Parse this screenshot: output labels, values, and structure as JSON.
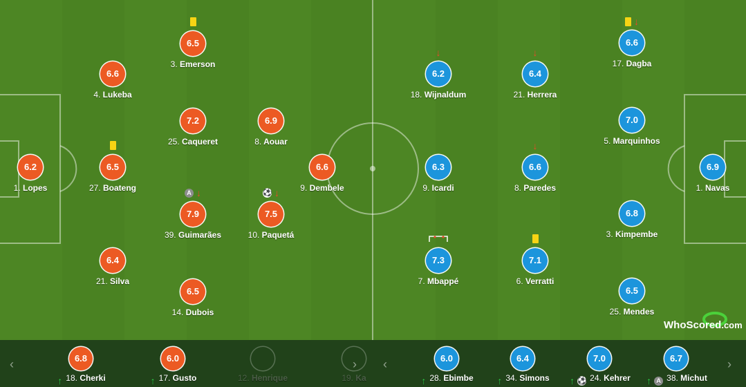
{
  "home_team": {
    "color": "#ec5a23",
    "players": [
      {
        "num": "1.",
        "name": "Lopes",
        "rating": "6.2",
        "events": []
      },
      {
        "num": "4.",
        "name": "Lukeba",
        "rating": "6.6",
        "events": []
      },
      {
        "num": "3.",
        "name": "Emerson",
        "rating": "6.5",
        "events": [
          "yellow-card"
        ]
      },
      {
        "num": "27.",
        "name": "Boateng",
        "rating": "6.5",
        "events": [
          "yellow-card"
        ]
      },
      {
        "num": "21.",
        "name": "Silva",
        "rating": "6.4",
        "events": []
      },
      {
        "num": "25.",
        "name": "Caqueret",
        "rating": "7.2",
        "events": []
      },
      {
        "num": "39.",
        "name": "Guimarães",
        "rating": "7.9",
        "events": [
          "captain",
          "sub-out"
        ],
        "captain_letter": "A"
      },
      {
        "num": "14.",
        "name": "Dubois",
        "rating": "6.5",
        "events": []
      },
      {
        "num": "8.",
        "name": "Aouar",
        "rating": "6.9",
        "events": []
      },
      {
        "num": "10.",
        "name": "Paquetá",
        "rating": "7.5",
        "events": [
          "goal",
          "sub-out"
        ]
      },
      {
        "num": "9.",
        "name": "Dembele",
        "rating": "6.6",
        "events": []
      }
    ]
  },
  "away_team": {
    "color": "#1c95dc",
    "players": [
      {
        "num": "1.",
        "name": "Navas",
        "rating": "6.9",
        "events": []
      },
      {
        "num": "17.",
        "name": "Dagba",
        "rating": "6.6",
        "events": [
          "yellow-card",
          "sub-out"
        ]
      },
      {
        "num": "5.",
        "name": "Marquinhos",
        "rating": "7.0",
        "events": []
      },
      {
        "num": "3.",
        "name": "Kimpembe",
        "rating": "6.8",
        "events": []
      },
      {
        "num": "25.",
        "name": "Mendes",
        "rating": "6.5",
        "events": []
      },
      {
        "num": "21.",
        "name": "Herrera",
        "rating": "6.4",
        "events": [
          "sub-out"
        ]
      },
      {
        "num": "8.",
        "name": "Paredes",
        "rating": "6.6",
        "events": [
          "sub-out"
        ]
      },
      {
        "num": "6.",
        "name": "Verratti",
        "rating": "7.1",
        "events": [
          "yellow-card"
        ]
      },
      {
        "num": "18.",
        "name": "Wijnaldum",
        "rating": "6.2",
        "events": [
          "sub-out"
        ]
      },
      {
        "num": "9.",
        "name": "Icardi",
        "rating": "6.3",
        "events": []
      },
      {
        "num": "7.",
        "name": "Mbappé",
        "rating": "7.3",
        "events": [
          "woodwork"
        ]
      }
    ]
  },
  "bench": {
    "home": [
      {
        "num": "18.",
        "name": "Cherki",
        "rating": "6.8",
        "events": [
          "sub-in"
        ]
      },
      {
        "num": "17.",
        "name": "Gusto",
        "rating": "6.0",
        "events": [
          "sub-in"
        ]
      },
      {
        "num": "12.",
        "name": "Henrique",
        "rating": "",
        "events": []
      },
      {
        "num": "19.",
        "name": "Ka",
        "rating": "",
        "events": []
      }
    ],
    "away": [
      {
        "num": "28.",
        "name": "Ebimbe",
        "rating": "6.0",
        "events": [
          "sub-in"
        ]
      },
      {
        "num": "34.",
        "name": "Simons",
        "rating": "6.4",
        "events": [
          "sub-in"
        ]
      },
      {
        "num": "24.",
        "name": "Kehrer",
        "rating": "7.0",
        "events": [
          "sub-in",
          "goal"
        ]
      },
      {
        "num": "38.",
        "name": "Michut",
        "rating": "6.7",
        "events": [
          "sub-in",
          "captain"
        ],
        "captain_letter": "A"
      }
    ]
  },
  "icons": {
    "sub_out": "↓",
    "sub_in": "↑",
    "goal": "⚽",
    "prev": "‹",
    "next": "›"
  },
  "logo": {
    "name": "WhoScored",
    "suffix": ".com"
  }
}
